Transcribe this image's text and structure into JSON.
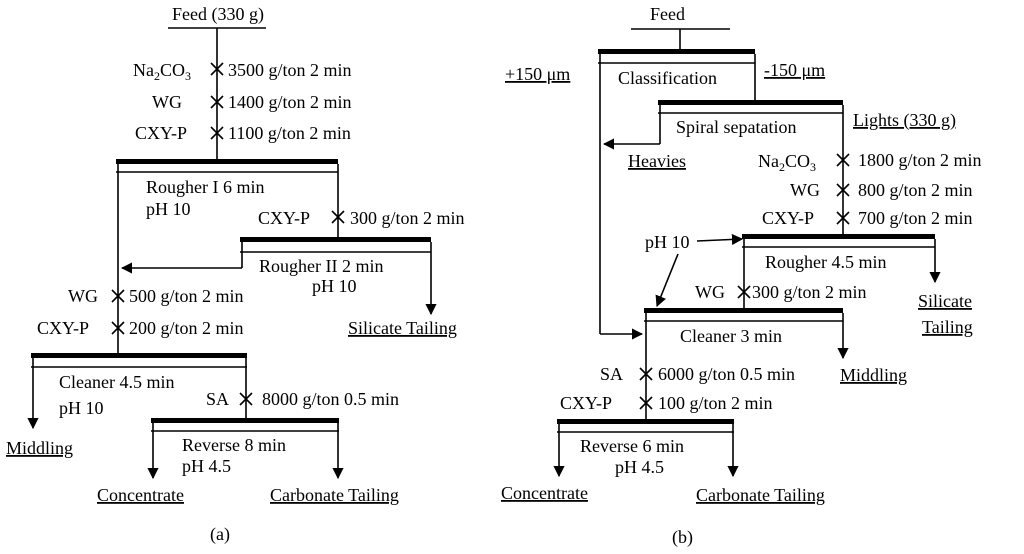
{
  "a": {
    "feed": "Feed (330 g)",
    "reagents1": [
      {
        "name": "Na",
        "sub": "2",
        "name_rest": "CO",
        "sub2": "3",
        "dose": "3500 g/ton  2 min"
      },
      {
        "name": "WG",
        "dose": "1400 g/ton  2 min"
      },
      {
        "name": "CXY-P",
        "dose": "1100 g/ton  2 min"
      }
    ],
    "rougher1": "Rougher  I   6 min",
    "rougher1_ph": "pH 10",
    "rougher2_reagent": "CXY-P",
    "rougher2_dose": "300 g/ton  2 min",
    "rougher2": "Rougher II  2 min",
    "rougher2_ph": "pH 10",
    "silicate_tailing": "Silicate Tailing",
    "reagents2": [
      {
        "name": "WG",
        "dose": "500 g/ton  2 min"
      },
      {
        "name": "CXY-P",
        "dose": "200 g/ton  2 min"
      }
    ],
    "cleaner": "Cleaner  4.5 min",
    "cleaner_ph": "pH 10",
    "middling": "Middling",
    "sa": "SA",
    "sa_dose": "8000 g/ton  0.5 min",
    "reverse": "Reverse 8 min",
    "reverse_ph": "pH 4.5",
    "concentrate": "Concentrate",
    "carbonate_tailing": "Carbonate Tailing",
    "label": "(a)"
  },
  "b": {
    "feed": "Feed",
    "classification": "Classification",
    "plus150": "+150 μm",
    "minus150": "-150 μm",
    "spiral": "Spiral sepatation",
    "lights": "Lights (330 g)",
    "heavies": "Heavies",
    "reagents1": [
      {
        "name": "Na",
        "sub": "2",
        "name_rest": "CO",
        "sub2": "3",
        "dose": "1800 g/ton  2 min"
      },
      {
        "name": "WG",
        "dose": "800 g/ton  2 min"
      },
      {
        "name": "CXY-P",
        "dose": "700 g/ton  2 min"
      }
    ],
    "ph10": "pH 10",
    "rougher": "Rougher  4.5 min",
    "wg_reagent": "WG",
    "wg_dose": "300 g/ton 2 min",
    "silicate1": "Silicate",
    "silicate2": "Tailing",
    "cleaner": "Cleaner  3 min",
    "middling": "Middling",
    "sa": "SA",
    "sa_dose": "6000 g/ton 0.5 min",
    "cxy": "CXY-P",
    "cxy_dose": "100 g/ton 2 min",
    "reverse": "Reverse  6 min",
    "reverse_ph": "pH 4.5",
    "concentrate": "Concentrate",
    "carbonate_tailing": "Carbonate Tailing",
    "label": "(b)"
  }
}
